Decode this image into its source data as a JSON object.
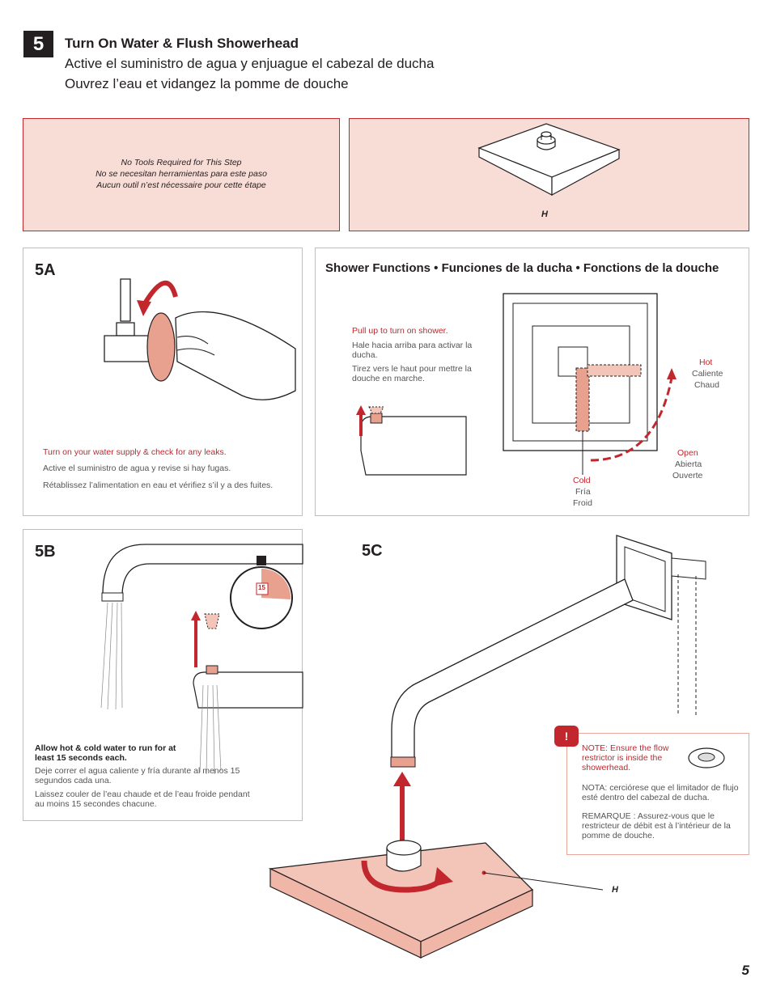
{
  "step": {
    "number": "5",
    "title_en": "Turn On Water & Flush Showerhead",
    "title_es": "Active el suministro de agua y  enjuague el cabezal de ducha",
    "title_fr": "Ouvrez l’eau et vidangez la pomme de douche"
  },
  "tools": {
    "line1": "No Tools Required for This Step",
    "line2": "No se necesitan herramientas para este paso",
    "line3": "Aucun outil n’est nécessaire pour cette étape"
  },
  "parts": {
    "label": "H"
  },
  "panel_5a": {
    "label": "5A",
    "text_en": "Turn on your water supply & check for any leaks.",
    "text_es": "Active el suministro de agua y revise si hay fugas.",
    "text_fr": "Rétablissez l’alimentation en eau et vérifiez s’il y a des fuites."
  },
  "functions": {
    "title": "Shower Functions • Funciones de la ducha •  Fonctions de la douche",
    "pull_en": "Pull up to turn on shower.",
    "pull_es": "Hale hacia arriba para activar la ducha.",
    "pull_fr": "Tirez vers le haut pour mettre la douche en marche.",
    "hot_en": "Hot",
    "hot_es": "Caliente",
    "hot_fr": "Chaud",
    "open_en": "Open",
    "open_es": "Abierta",
    "open_fr": "Ouverte",
    "cold_en": "Cold",
    "cold_es": "Fría",
    "cold_fr": "Froid"
  },
  "panel_5b": {
    "label": "5B",
    "timer": "15",
    "text_en": "Allow hot & cold water to run for at least 15 seconds each.",
    "text_es": "Deje correr el agua caliente y fría durante al menos 15 segundos cada una.",
    "text_fr": "Laissez couler de l’eau chaude et de l’eau froide pendant au moins 15 secondes chacune."
  },
  "panel_5c": {
    "label": "5C",
    "part_label": "H",
    "note_icon": "!",
    "note_en": "NOTE: Ensure the flow restrictor is inside the showerhead.",
    "note_es": "NOTA: cerciórese que el limitador de flujo esté dentro del cabezal de ducha.",
    "note_fr": "REMARQUE : Assurez-vous que le restricteur de débit est à l’intérieur de la pomme de douche."
  },
  "page_number": "5",
  "colors": {
    "accent": "#c1272d",
    "tint": "#f8dcd6",
    "copper": "#e8a18f"
  }
}
